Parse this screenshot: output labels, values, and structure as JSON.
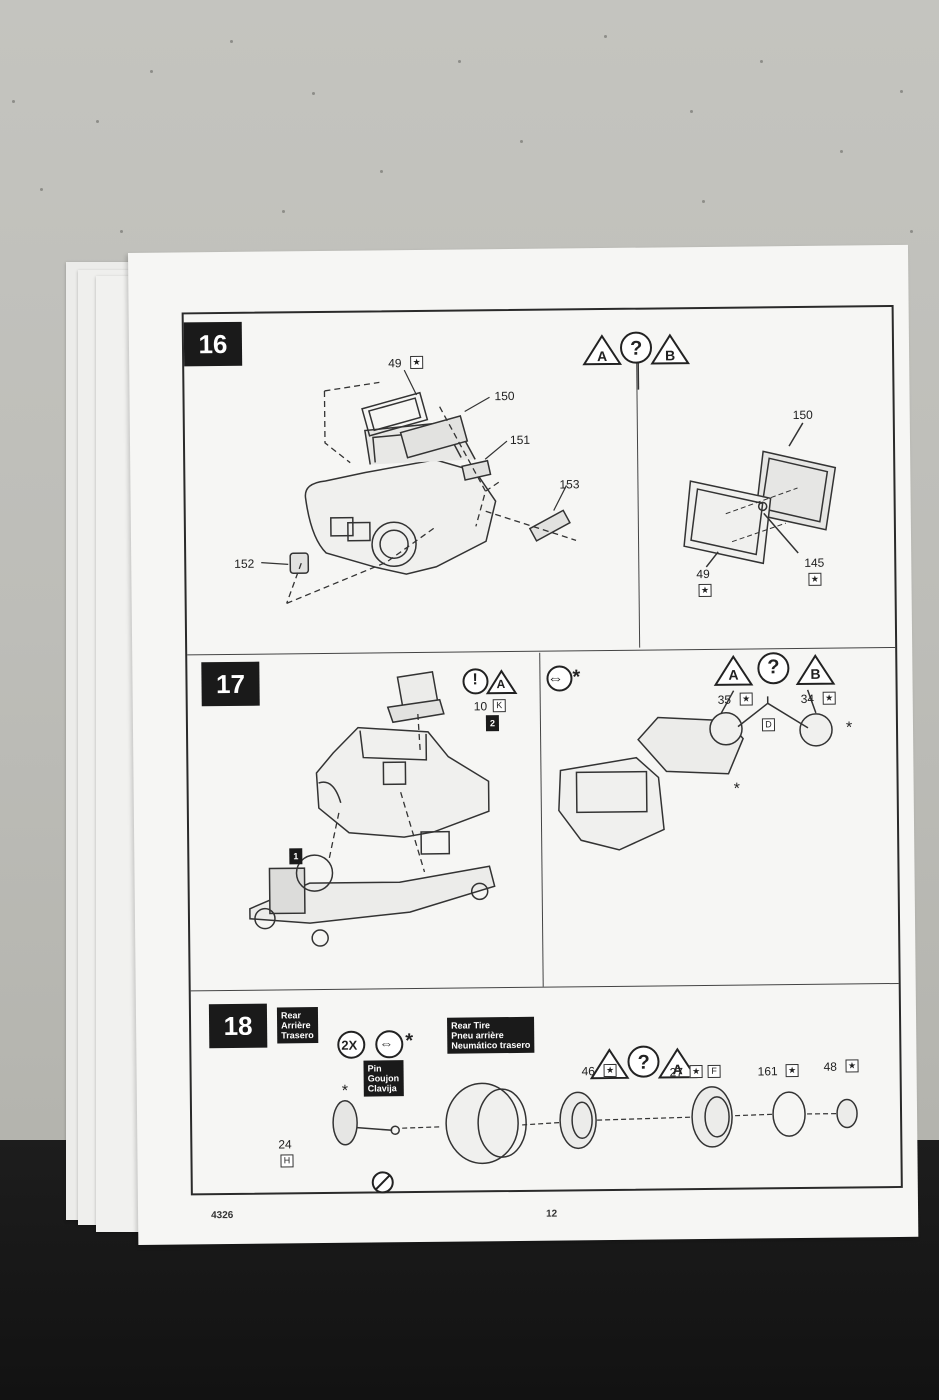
{
  "steps": [
    {
      "number": "16"
    },
    {
      "number": "17"
    },
    {
      "number": "18"
    }
  ],
  "step16": {
    "parts": [
      "49",
      "150",
      "151",
      "153",
      "152"
    ],
    "option_a": "A",
    "option_b": "B",
    "question": "?",
    "right_parts": [
      "150",
      "145",
      "49"
    ]
  },
  "step17": {
    "warning": "!",
    "option_a": "A",
    "part_10": "10",
    "part_10_code": "K",
    "callout_2": "2",
    "callout_1": "1",
    "right": {
      "option_a": "A",
      "question": "?",
      "option_b": "B",
      "part_35": "35",
      "part_34": "34",
      "part_d": "D"
    }
  },
  "step18": {
    "rear_label": "Rear\nArrière\nTrasero",
    "multiplier": "2X",
    "pin_label": "Pin\nGoujon\nClavija",
    "tire_label": "Rear Tire\nPneu arrière\nNeumático trasero",
    "option_b": "B",
    "question": "?",
    "option_a": "A",
    "part_24": "24",
    "part_24_code": "H",
    "part_46": "46",
    "part_27": "27",
    "part_27_code": "F",
    "part_161": "161",
    "part_48": "48"
  },
  "footer": {
    "kit_number": "4326",
    "page_number": "12"
  },
  "symbols": {
    "star": "★",
    "asterisk": "*"
  }
}
